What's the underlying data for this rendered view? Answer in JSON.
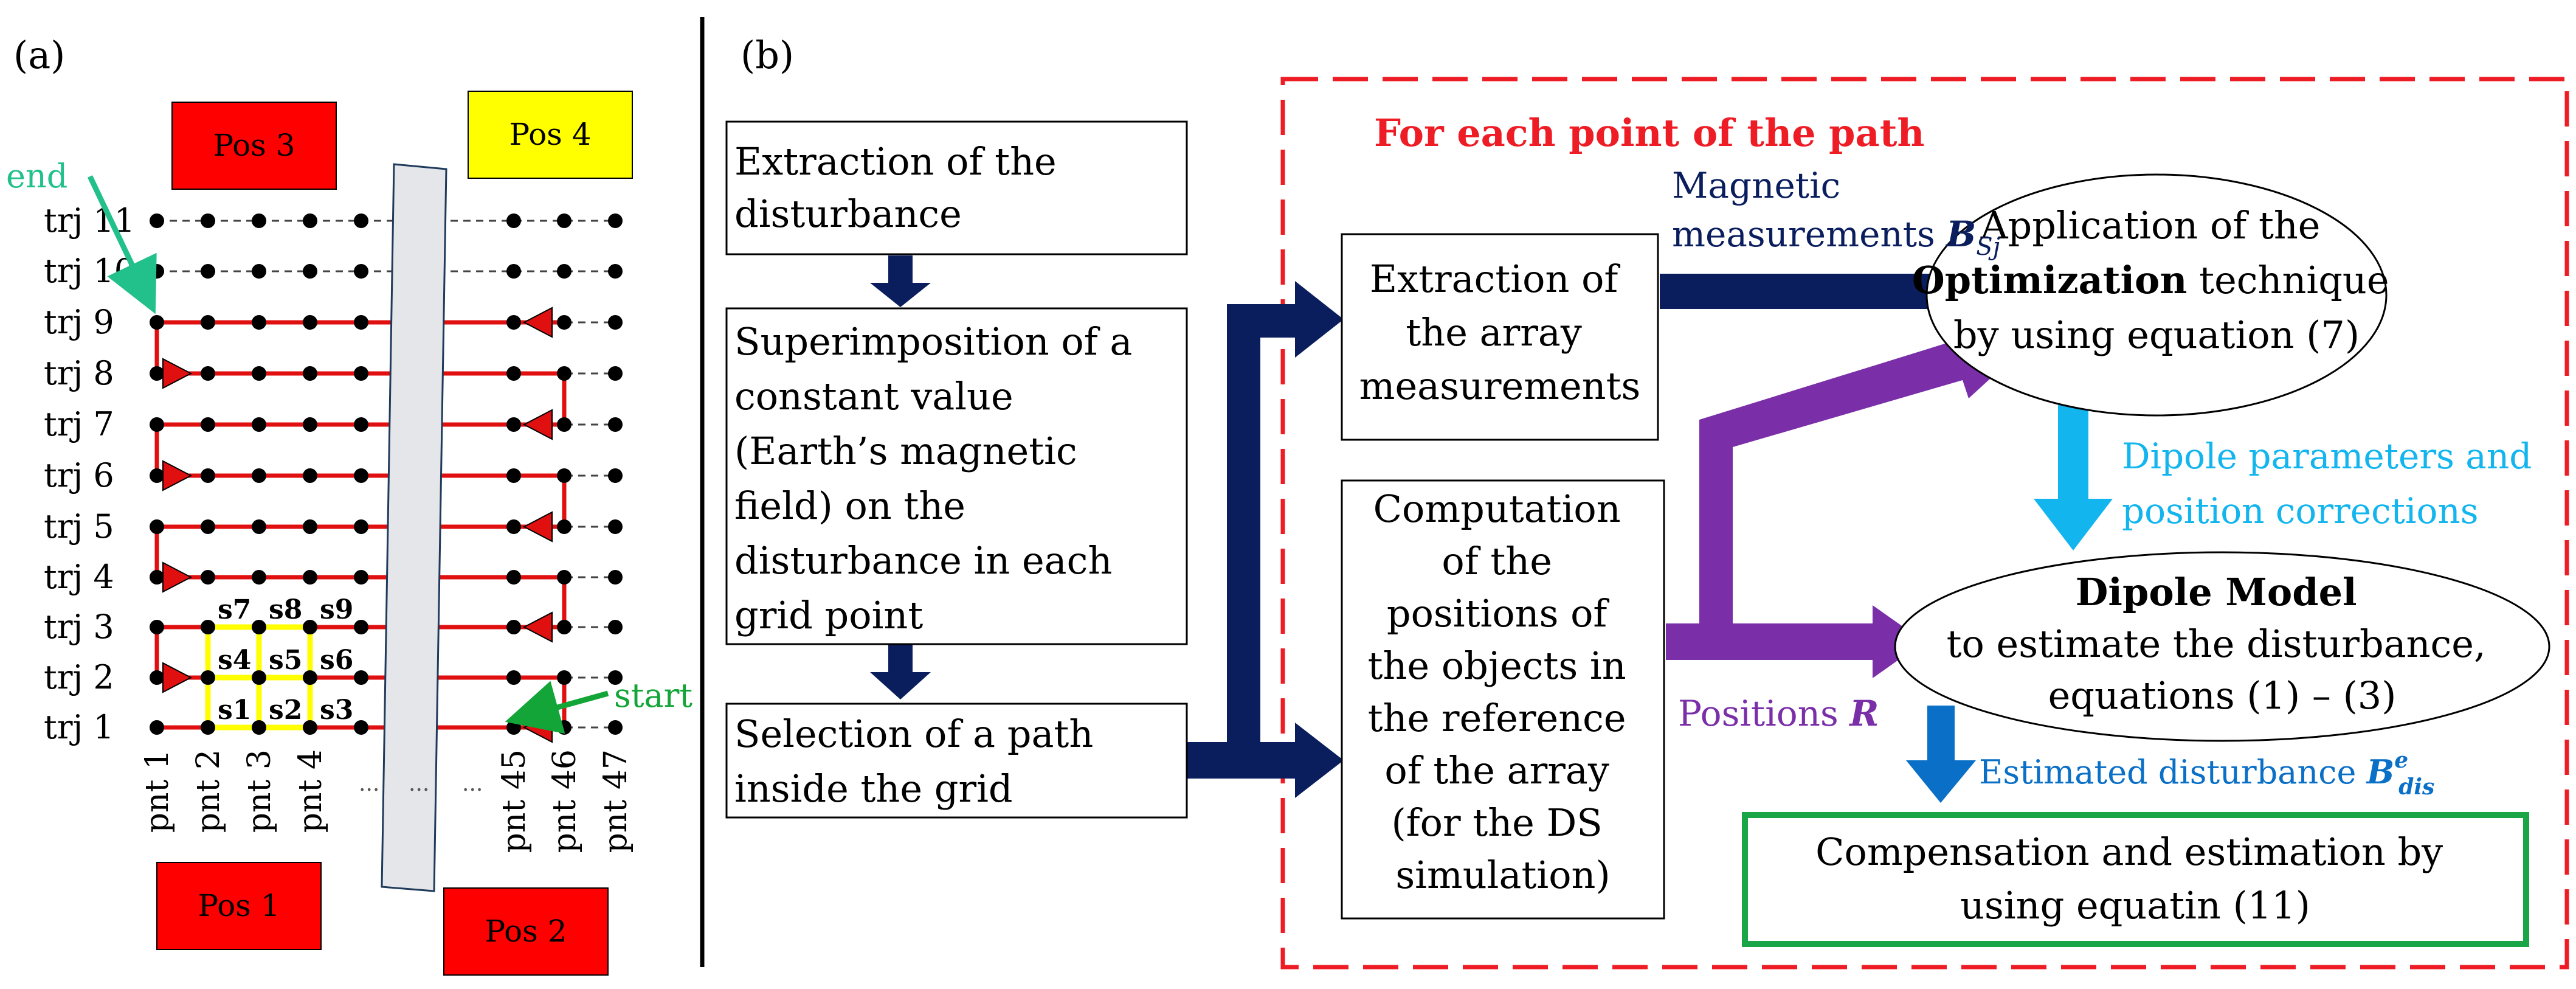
{
  "panel_a": {
    "label": "(a)",
    "positions": [
      {
        "label": "Pos 3",
        "color": "#ff0000"
      },
      {
        "label": "Pos 4",
        "color": "#ffff00"
      },
      {
        "label": "Pos 1",
        "color": "#ff0000"
      },
      {
        "label": "Pos 2",
        "color": "#ff0000"
      }
    ],
    "end_label": "end",
    "start_label": "start",
    "trajectories": [
      "trj 11",
      "trj 10",
      "trj 9",
      "trj 8",
      "trj 7",
      "trj 6",
      "trj 5",
      "trj 4",
      "trj 3",
      "trj 2",
      "trj 1"
    ],
    "points": [
      "pnt 1",
      "pnt 2",
      "pnt 3",
      "pnt 4",
      "pnt 45",
      "pnt 46",
      "pnt 47"
    ],
    "ellipsis": "...",
    "sensors": [
      "s1",
      "s2",
      "s3",
      "s4",
      "s5",
      "s6",
      "s7",
      "s8",
      "s9"
    ],
    "colors": {
      "path": "#e01010",
      "sensor_grid": "#ffff00",
      "arrow_green": "#22c08a",
      "start_green": "#13a538"
    }
  },
  "panel_b": {
    "label": "(b)",
    "loop_title": "For each point of the path",
    "steps": {
      "extraction": [
        "Extraction of the",
        "disturbance"
      ],
      "superimposition": [
        "Superimposition of a",
        "constant value",
        "(Earth’s magnetic",
        "field) on the",
        "disturbance in each",
        "grid point"
      ],
      "selection": [
        "Selection of a path",
        "inside the grid"
      ],
      "array": [
        "Extraction of",
        "the array",
        "measurements"
      ],
      "computation": [
        "Computation",
        "of the",
        "positions of",
        "the objects in",
        "the reference",
        "of the array",
        "(for the DS",
        "simulation)"
      ],
      "optimization": {
        "line1": "Application of the",
        "bold": "Optimization",
        "rest": " technique",
        "line3": "by using equation (7)"
      },
      "dipole": {
        "bold": "Dipole Model",
        "line2": "to estimate the disturbance,",
        "line3": "equations (1) – (3)"
      },
      "compensation": [
        "Compensation and estimation by",
        "using equatin (11)"
      ]
    },
    "labels": {
      "magnetic_line1": "Magnetic",
      "magnetic_line2": "measurements ",
      "magnetic_symbol": "B",
      "magnetic_sub": "Sj",
      "dipole_params": [
        "Dipole parameters and",
        "position corrections"
      ],
      "positions": "Positions ",
      "positions_symbol": "R",
      "estimated": "Estimated disturbance ",
      "estimated_symbol": "B",
      "estimated_sup": "e",
      "estimated_sub": "dis"
    },
    "colors": {
      "dark_blue": "#0a1e5e",
      "purple": "#7a2fa8",
      "cyan": "#12b5ee",
      "mid_blue": "#0a6fc6",
      "loop_red": "#ee1c25",
      "green_box": "#1aa646"
    }
  }
}
